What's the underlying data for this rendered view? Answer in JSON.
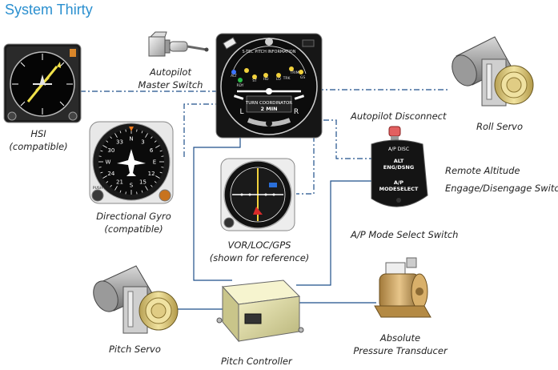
{
  "title": "System Thirty",
  "labels": {
    "hsi": [
      "HSI",
      "(compatible)"
    ],
    "autopilot_master_switch": [
      "Autopilot",
      "Master Switch"
    ],
    "directional_gyro": [
      "Directional Gyro",
      "(compatible)"
    ],
    "vor_loc_gps": [
      "VOR/LOC/GPS",
      "(shown for reference)"
    ],
    "autopilot_disconnect": "Autopilot Disconnect",
    "roll_servo": "Roll Servo",
    "remote_altitude": [
      "Remote Altitude",
      "Engage/Disengage Switch"
    ],
    "ap_mode_select_switch": "A/P Mode Select Switch",
    "pitch_servo": "Pitch Servo",
    "pitch_controller": "Pitch Controller",
    "pressure_transducer": [
      "Absolute",
      "Pressure Transducer"
    ]
  },
  "turn_coordinator": {
    "top_text": "S-TEC PITCH INFORMATION",
    "annunciators": [
      "RDY",
      "ALT",
      "ST",
      "HD",
      "LO",
      "TRK",
      "GS",
      "TRIM"
    ],
    "text": [
      "TURN COORDINATOR",
      "2 MIN"
    ],
    "left": "L",
    "right": "R"
  },
  "mode_switch": {
    "disc": "A/P DISC",
    "lines": [
      "ALT",
      "ENG/DSNG",
      "A/P",
      "MODESELECT"
    ]
  },
  "directional_gyro": {
    "cardinals": [
      "N",
      "33",
      "30",
      "W",
      "24",
      "21",
      "S",
      "15",
      "12",
      "E",
      "6",
      "3"
    ],
    "knob_left": "PUSH"
  },
  "colors": {
    "title": "#2a8fcf",
    "wire": "#1f4f8a",
    "instrument_face": "#111111",
    "servo_gold": "#d8c47a",
    "controller_body": "#e8e6b0"
  }
}
